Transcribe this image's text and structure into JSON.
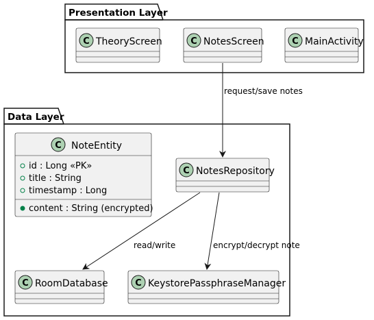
{
  "packages": {
    "presentation": {
      "title": "Presentation Layer"
    },
    "data": {
      "title": "Data Layer"
    }
  },
  "stereotype_glyph": "C",
  "classes": {
    "theory_screen": {
      "name": "TheoryScreen"
    },
    "notes_screen": {
      "name": "NotesScreen"
    },
    "main_activity": {
      "name": "MainActivity"
    },
    "note_entity": {
      "name": "NoteEntity",
      "fields": [
        "id : Long «PK»",
        "title : String",
        "timestamp : Long"
      ],
      "private_fields": [
        "content : String (encrypted)"
      ]
    },
    "notes_repository": {
      "name": "NotesRepository"
    },
    "room_database": {
      "name": "RoomDatabase"
    },
    "keystore_manager": {
      "name": "KeystorePassphraseManager"
    }
  },
  "edges": {
    "request_save": {
      "label": "request/save notes"
    },
    "read_write": {
      "label": "read/write"
    },
    "encrypt_decrypt": {
      "label": "encrypt/decrypt note"
    }
  },
  "colors": {
    "class_fill": "#f1f1f1",
    "glyph_fill": "#add1b2",
    "border": "#181818",
    "public_marker": "#038048"
  }
}
